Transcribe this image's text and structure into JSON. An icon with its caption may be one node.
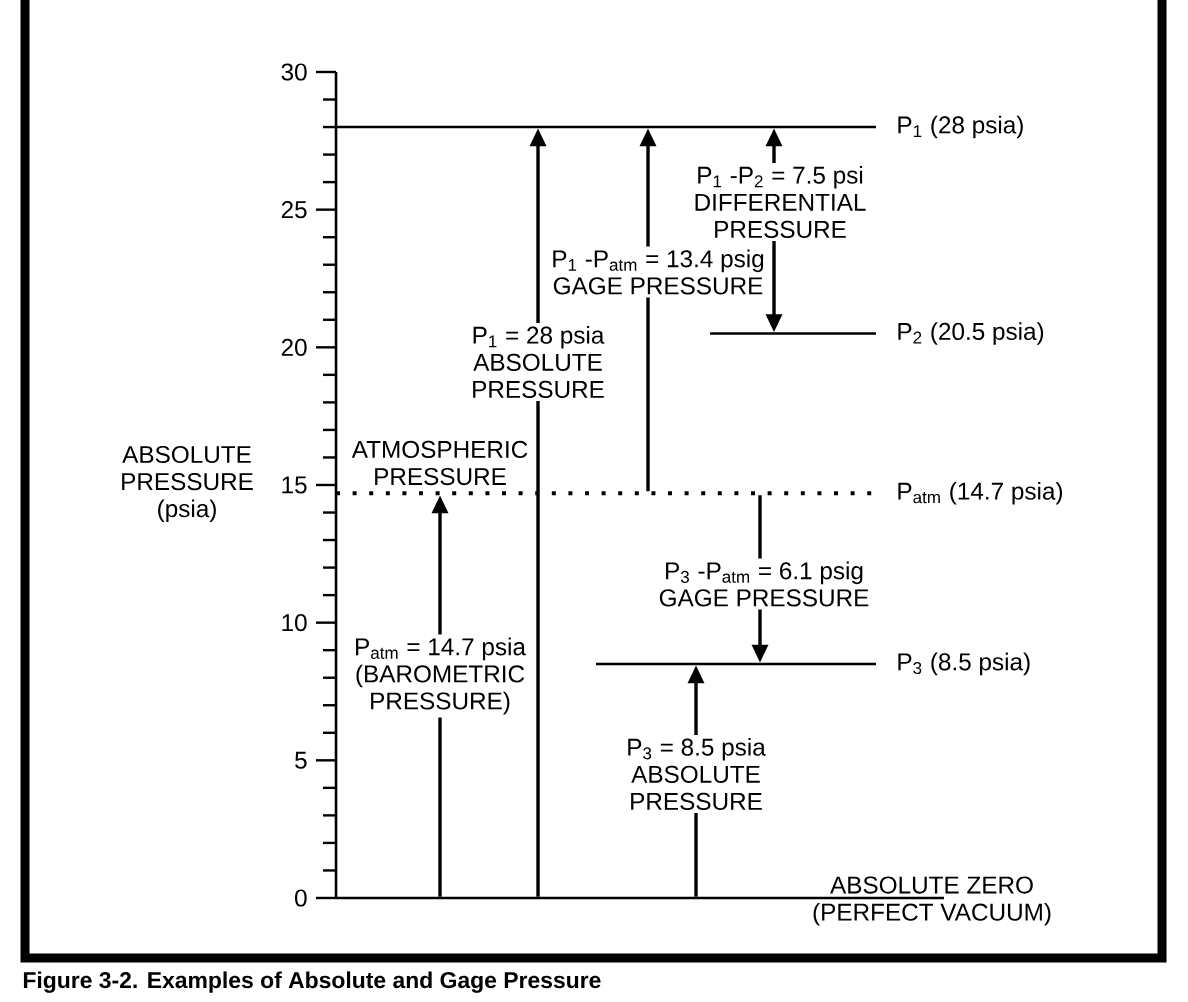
{
  "diagram": {
    "caption": "Figure 3-2. Examples of Absolute and Gage Pressure",
    "nodes": [
      {
        "text": [],
        "shape": "line",
        "beside": [
          "P$_{1}$ (28 psia)"
        ]
      },
      {
        "text": [],
        "shape": "line",
        "beside": [
          "P$_{2}$ (20.5 psia)"
        ]
      },
      {
        "text": [],
        "shape": "line",
        "beside": [
          "ATMOSPHERIC PRESSURE",
          "P$_{atm}$ (14.7 psia)"
        ]
      },
      {
        "text": [],
        "shape": "line",
        "beside": [
          "P$_{3}$ (8.5 psia)"
        ]
      },
      {
        "text": [],
        "shape": "line",
        "beside": [
          "ABSOLUTE ZERO (PERFECT VACUUM)"
        ]
      }
    ],
    "edges": [
      {
        "from": 4,
        "to": 2,
        "arrow": "to",
        "label": "P$_{atm}$ = 14.7 psia (BAROMETRIC PRESSURE)"
      },
      {
        "from": 4,
        "to": 0,
        "arrow": "to",
        "label": "P$_{1}$ = 28 psia ABSOLUTE PRESSURE"
      },
      {
        "from": 2,
        "to": 0,
        "arrow": "to",
        "label": "P$_{1}$ -P$_{atm}$ = 13.4 psig GAGE PRESSURE"
      },
      {
        "from": 4,
        "to": 3,
        "arrow": "to",
        "label": "P$_{3}$ = 8.5 psia ABSOLUTE PRESSURE"
      },
      {
        "from": 2,
        "to": 3,
        "arrow": "to",
        "label": "P$_{3}$ -P$_{atm}$ = 6.1 psig GAGE PRESSURE"
      },
      {
        "from": 1,
        "to": 0,
        "arrow": "both",
        "label": "P$_{1}$ -P$_{2}$ = 7.5 psi DIFFERENTIAL PRESSURE"
      }
    ],
    "labels": [
      "30",
      "25",
      "20",
      "ABSOLUTE PRESSURE (psia)",
      "15",
      "10",
      "5",
      "0"
    ]
  }
}
